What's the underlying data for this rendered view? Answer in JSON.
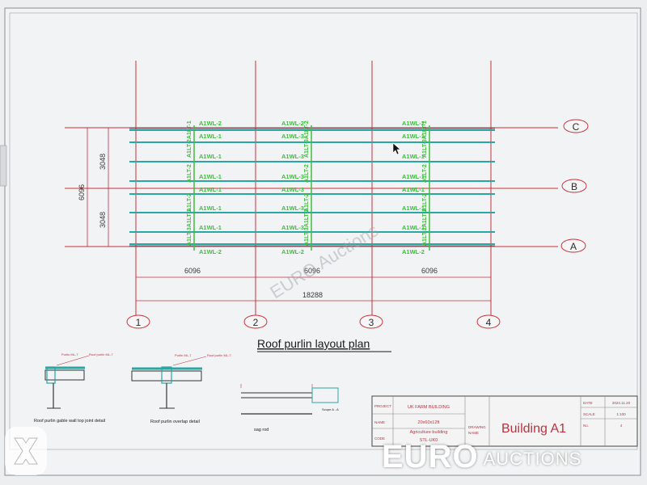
{
  "drawing": {
    "title": "Roof purlin  layout plan",
    "grid_cols": [
      "1",
      "2",
      "3",
      "4"
    ],
    "grid_rows": [
      "C",
      "B",
      "A"
    ],
    "dim_bay": "6096",
    "dim_total": "18288",
    "dim_half": "3048",
    "dim_width": "6096",
    "purlin_labels": {
      "c1": [
        "A1WL-2",
        "A1WL-1",
        "A1WL-1",
        "A1WL-1",
        "A1WL-1",
        "A1WL-1",
        "A1WL-1",
        "A1WL-2"
      ],
      "c2": [
        "A1WL-2",
        "A1WL-3",
        "A1WL-3",
        "A1WL-3",
        "A1WL-3",
        "A1WL-3",
        "A1WL-3",
        "A1WL-2"
      ],
      "c3": [
        "A1WL-2",
        "A1WL-1",
        "A1WL-1",
        "A1WL-1",
        "A1WL-1",
        "A1WL-1",
        "A1WL-1",
        "A1WL-2"
      ]
    },
    "vertical_labels": {
      "v1": [
        "A1LT-2A1LT-1",
        "A1LT-2",
        "A1LT-2",
        "A1LT-3A1LT-1"
      ],
      "v2": [
        "A1LT-3A1LT-2",
        "A1LT-2",
        "A1LT-2",
        "A1LT-3A1LT-2"
      ],
      "v3": [
        "A1LT-3A1LT-1",
        "A1LT-2",
        "A1LT-2",
        "A1LT-2A1LT-1"
      ]
    },
    "details": {
      "gable": "Roof purlin gable wall top  joint detail",
      "overlap": "Roof purlin overlap detail",
      "sag_rod": "sag rod",
      "small_callout": "Roof purlin ML-7",
      "small_callout_b": "Purlin ML-7",
      "section_mark": "Scope A - A"
    },
    "watermark_text": "EURO Auctions"
  },
  "title_block": {
    "project": "UK FARM BUILDING",
    "size": "20x60x12ft",
    "type": "Agriculture building",
    "code": "STL-UK0",
    "drawing_name": "Building A1",
    "row_labels": [
      "DATE",
      "SCALE",
      "No."
    ],
    "row_values": [
      "2024.11.20",
      "1:100",
      "4"
    ],
    "left_labels": [
      "PROJECT",
      "NAME",
      "CODE"
    ],
    "mid_labels": [
      "DRAWING",
      "NAME"
    ]
  },
  "branding": {
    "euro": "EURO",
    "auctions": "AUCTIONS"
  },
  "colors": {
    "grid_red": "#c8323c",
    "purlin_teal": "#2aa7a3",
    "label_green": "#3fbf3f",
    "dim_red": "#c03040"
  }
}
